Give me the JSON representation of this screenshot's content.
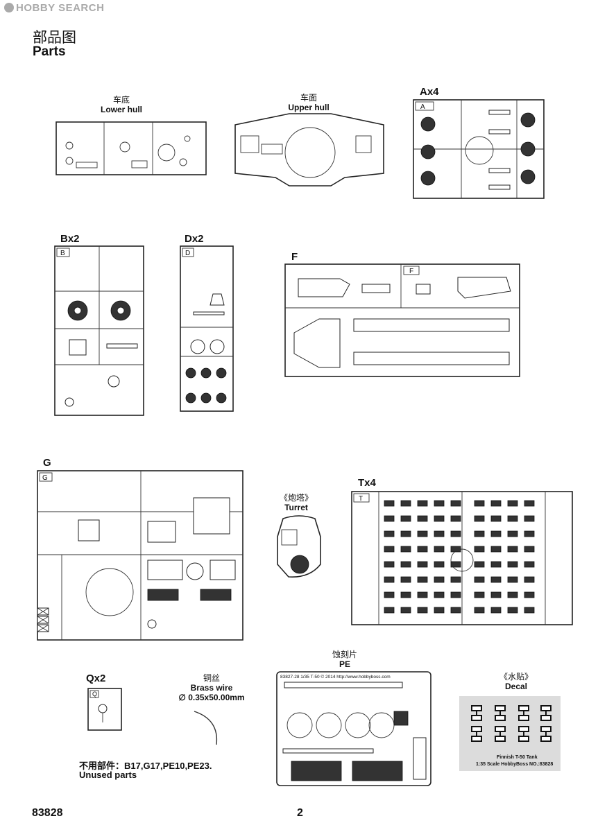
{
  "watermark": "HOBBY SEARCH",
  "header": {
    "title_cn": "部品图",
    "title_en": "Parts"
  },
  "parts": {
    "lower_hull": {
      "cn": "车底",
      "en": "Lower hull"
    },
    "upper_hull": {
      "cn": "车面",
      "en": "Upper hull"
    },
    "turret": {
      "cn": "《炮塔》",
      "en": "Turret"
    },
    "pe": {
      "cn": "蚀刻片",
      "en": "PE"
    },
    "brass_wire": {
      "cn": "铜丝",
      "en": "Brass wire",
      "size": "∅ 0.35x50.00mm"
    },
    "decal": {
      "cn": "《水贴》",
      "en": "Decal",
      "caption_1": "Finnish T-50 Tank",
      "caption_2": "1:35 Scale HobbyBoss NO.:83828"
    }
  },
  "sprues": {
    "A": {
      "label": "Ax4",
      "letter": "A"
    },
    "B": {
      "label": "Bx2",
      "letter": "B"
    },
    "D": {
      "label": "Dx2",
      "letter": "D"
    },
    "F": {
      "label": "F",
      "letter": "F"
    },
    "G": {
      "label": "G",
      "letter": "G"
    },
    "T": {
      "label": "Tx4",
      "letter": "T"
    },
    "Q": {
      "label": "Qx2",
      "letter": "Q"
    }
  },
  "pe_header": "83827-28  1/35  T-50 © 2014  http://www.hobbyboss.com",
  "unused": {
    "cn": "不用部件：B17,G17,PE10,PE23.",
    "en": "Unused parts"
  },
  "footer": {
    "code": "83828",
    "page": "2"
  }
}
